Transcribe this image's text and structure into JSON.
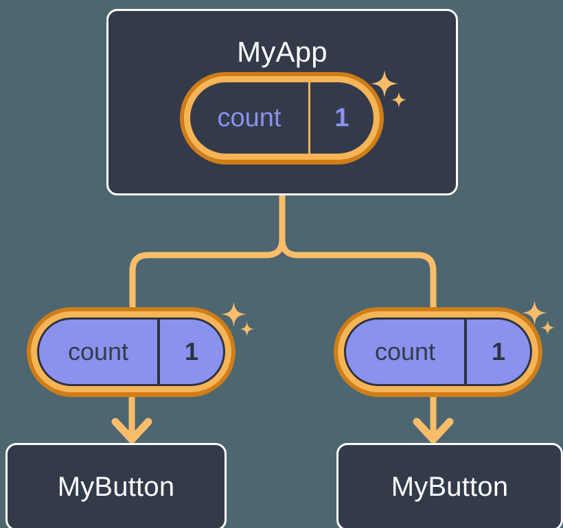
{
  "diagram": {
    "title_node": "MyApp",
    "background_color": "#4d6670",
    "accent_color": "#f5b556",
    "accent_dark_color": "#cf7d18",
    "signal_fill_color": "#8b91ee",
    "card_fill_color": "#333b4a"
  },
  "app": {
    "label": "MyApp",
    "signal": {
      "name": "count",
      "value": "1"
    }
  },
  "children": [
    {
      "signal": {
        "name": "count",
        "value": "1"
      },
      "button": {
        "label": "MyButton"
      }
    },
    {
      "signal": {
        "name": "count",
        "value": "1"
      },
      "button": {
        "label": "MyButton"
      }
    }
  ],
  "icons": {
    "sparkle_large": "sparkle-four-point-icon",
    "sparkle_small": "sparkle-four-point-small-icon",
    "arrow": "arrow-down-icon"
  }
}
